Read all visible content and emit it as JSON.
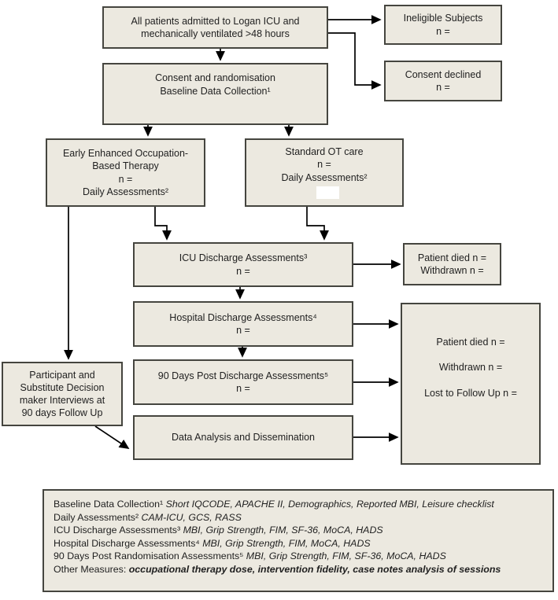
{
  "diagram": {
    "title": "Trial flow diagram",
    "colors": {
      "background": "#ffffff",
      "box_fill": "#ece9e0",
      "box_border": "#45453f",
      "text": "#1f1f1f",
      "arrow": "#000000"
    },
    "boxes": {
      "all_patients": {
        "lines": [
          "All patients admitted to Logan ICU and",
          "mechanically ventilated >48 hours"
        ]
      },
      "ineligible": {
        "lines": [
          "Ineligible Subjects",
          "n ="
        ]
      },
      "consent_randomisation": {
        "lines": [
          "Consent and randomisation",
          "Baseline Data Collection¹"
        ]
      },
      "consent_declined": {
        "lines": [
          "Consent declined",
          "n ="
        ]
      },
      "early_therapy": {
        "lines": [
          "Early Enhanced Occupation-",
          "Based Therapy",
          "n =",
          "Daily Assessments²"
        ]
      },
      "standard_ot": {
        "lines": [
          "Standard OT care",
          "n =",
          "Daily Assessments²"
        ]
      },
      "icu_discharge": {
        "lines": [
          "ICU Discharge Assessments³",
          "n ="
        ]
      },
      "died_withdrawn": {
        "lines": [
          "Patient died n =",
          "Withdrawn n ="
        ]
      },
      "hospital_discharge": {
        "lines": [
          "Hospital Discharge Assessments⁴",
          "n ="
        ]
      },
      "ninety_days_post_discharge": {
        "lines": [
          "90 Days Post Discharge Assessments⁵",
          "n ="
        ]
      },
      "participant_interviews": {
        "lines": [
          "Participant and",
          "Substitute Decision",
          "maker Interviews at",
          "90 days Follow Up"
        ]
      },
      "data_analysis": {
        "lines": [
          "Data Analysis and Dissemination"
        ]
      },
      "followup_outcomes": {
        "lines": [
          "Patient died n =",
          "Withdrawn n =",
          "Lost to Follow Up n ="
        ]
      }
    },
    "footnotes": [
      {
        "label": "Baseline Data Collection¹",
        "detail": " Short IQCODE, APACHE II, Demographics, Reported MBI, Leisure checklist"
      },
      {
        "label": "Daily Assessments²",
        "detail": " CAM-ICU, GCS, RASS"
      },
      {
        "label": "ICU Discharge Assessments³",
        "detail": " MBI, Grip Strength, FIM, SF-36, MoCA, HADS"
      },
      {
        "label": "Hospital Discharge Assessments⁴",
        "detail": " MBI, Grip Strength, FIM, MoCA, HADS"
      },
      {
        "label": "90 Days Post Randomisation Assessments⁵",
        "detail": " MBI, Grip Strength, FIM, SF-36, MoCA, HADS"
      },
      {
        "label": "Other Measures:",
        "detail": " occupational therapy dose, intervention fidelity, case notes analysis of sessions"
      }
    ]
  }
}
